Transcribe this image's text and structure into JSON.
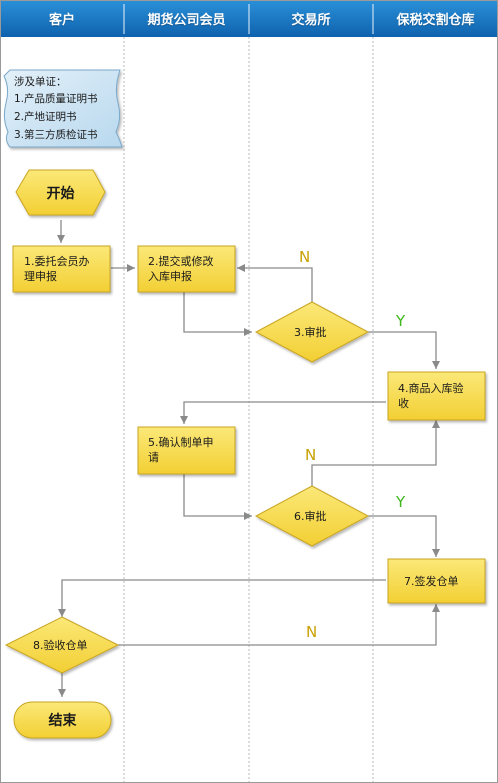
{
  "lanes": [
    "客户",
    "期货公司会员",
    "交易所",
    "保税交割仓库"
  ],
  "note": {
    "title": "涉及单证：",
    "items": [
      "1.产品质量证明书",
      "2.产地证明书",
      "3.第三方质检证书"
    ]
  },
  "nodes": {
    "start": "开始",
    "n1": "1.委托会员办\n理申报",
    "n2": "2.提交或修改\n入库申报",
    "d3": "3.审批",
    "n4": "4.商品入库验\n收",
    "n5": "5.确认制单申\n请",
    "d6": "6.审批",
    "n7": "7.签发仓单",
    "n8": "8.验收仓单",
    "end": "结束"
  },
  "flags": {
    "d3_no": "N",
    "d3_yes": "Y",
    "d6_no": "N",
    "d6_yes": "Y",
    "n8_no": "N"
  },
  "colors": {
    "header": "#1676c2",
    "node": "#f7dc4e",
    "node_border": "#c9a522",
    "note": "#cfe5f3",
    "arrow": "#8a8a8a",
    "no_flag": "#c8a000",
    "yes_flag": "#3fb71b"
  }
}
